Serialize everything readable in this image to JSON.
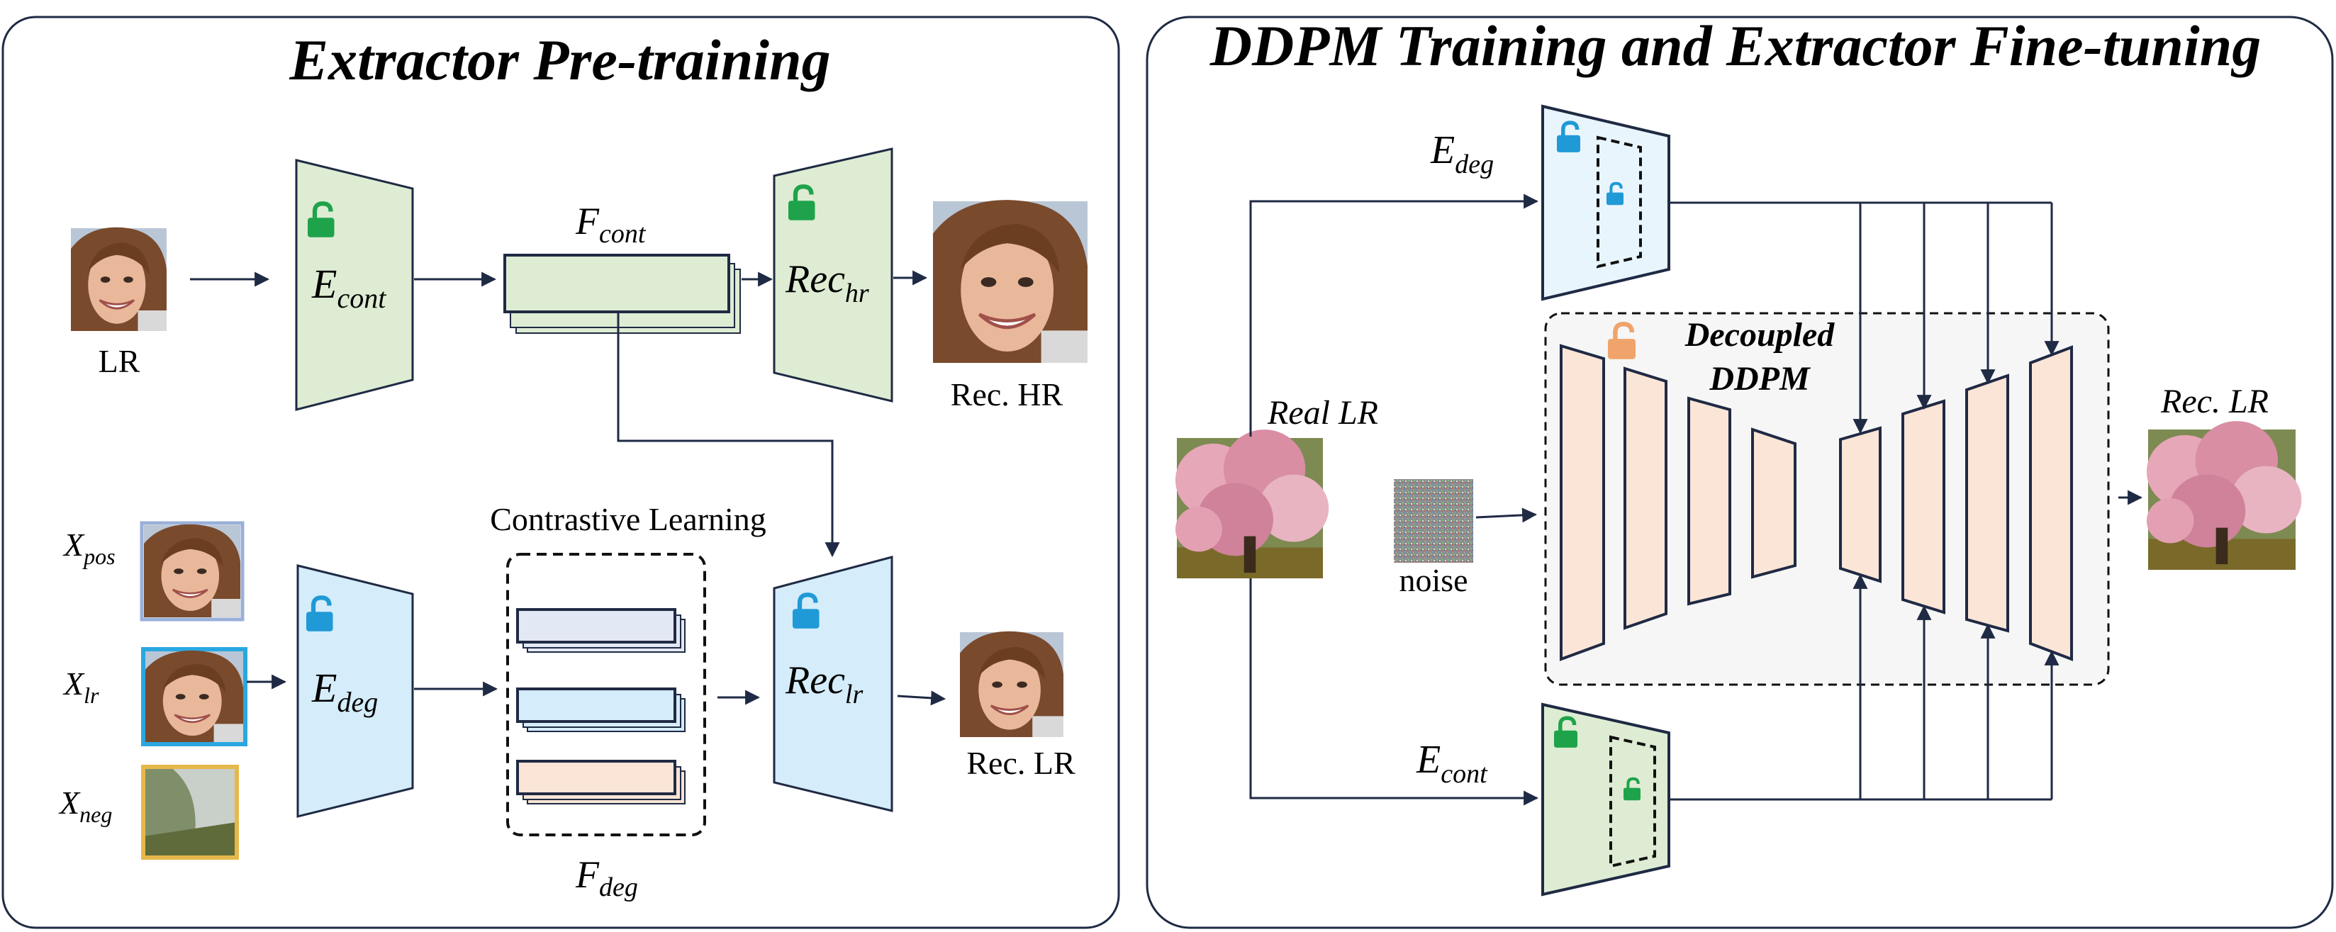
{
  "left_panel": {
    "title": "Extractor Pre-training",
    "lr_label": "LR",
    "e_cont": {
      "base": "E",
      "sub": "cont"
    },
    "f_cont": {
      "base": "F",
      "sub": "cont"
    },
    "rec_hr": {
      "base": "Rec",
      "sub": "hr"
    },
    "rec_hr_label": "Rec. HR",
    "contrastive_label": "Contrastive Learning",
    "x_pos": {
      "base": "X",
      "sub": "pos"
    },
    "x_lr": {
      "base": "X",
      "sub": "lr"
    },
    "x_neg": {
      "base": "X",
      "sub": "neg"
    },
    "e_deg": {
      "base": "E",
      "sub": "deg"
    },
    "f_deg": {
      "base": "F",
      "sub": "deg"
    },
    "rec_lr": {
      "base": "Rec",
      "sub": "lr"
    },
    "rec_lr_label": "Rec. LR"
  },
  "right_panel": {
    "title": "DDPM Training and Extractor Fine-tuning",
    "e_deg": {
      "base": "E",
      "sub": "deg"
    },
    "e_cont": {
      "base": "E",
      "sub": "cont"
    },
    "real_lr_label": "Real LR",
    "noise_label": "noise",
    "ddpm_label_line1": "Decoupled",
    "ddpm_label_line2": "DDPM",
    "rec_lr_label": "Rec. LR"
  },
  "colors": {
    "content_green": "#deecd3",
    "degradation_blue": "#d5ecfa",
    "ddpm_peach": "#fbe5d6",
    "lock_green": "#1fa34a",
    "lock_blue": "#1f9ad6",
    "lock_orange": "#f0a46b"
  }
}
